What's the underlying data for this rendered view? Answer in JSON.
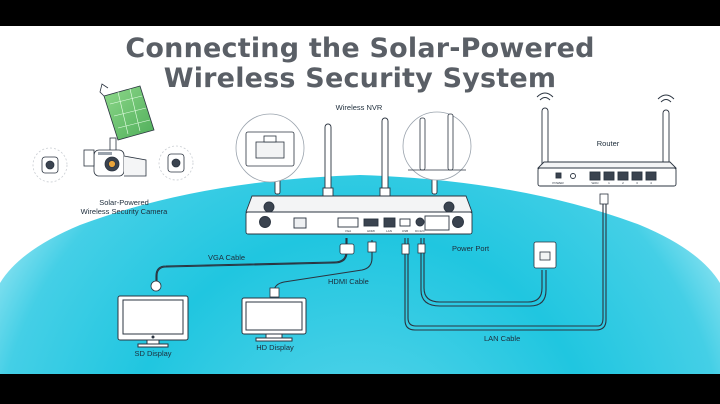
{
  "title": {
    "line1": "Connecting the Solar-Powered",
    "line2": "Wireless Security System"
  },
  "labels": {
    "nvr": "Wireless NVR",
    "camera_line1": "Solar-Powered",
    "camera_line2": "Wireless Security Camera",
    "router": "Router",
    "vga_cable": "VGA Cable",
    "hdmi_cable": "HDMI Cable",
    "power_port": "Power Port",
    "lan_cable": "LAN Cable",
    "sd_display": "SD Display",
    "hd_display": "HD Display"
  },
  "port_labels": {
    "nvr_ports": [
      "VGA",
      "HDMI",
      "LAN",
      "USB",
      "DC12V"
    ],
    "router_ports": [
      "POWER",
      "WAN",
      "1",
      "2",
      "3",
      "4"
    ]
  },
  "colors": {
    "background": "#ffffff",
    "letterbox": "#000000",
    "arc_light": "#8fe4f2",
    "arc_dark": "#16c2de",
    "line_art": "#2b3440",
    "title": "#5a5f66"
  }
}
